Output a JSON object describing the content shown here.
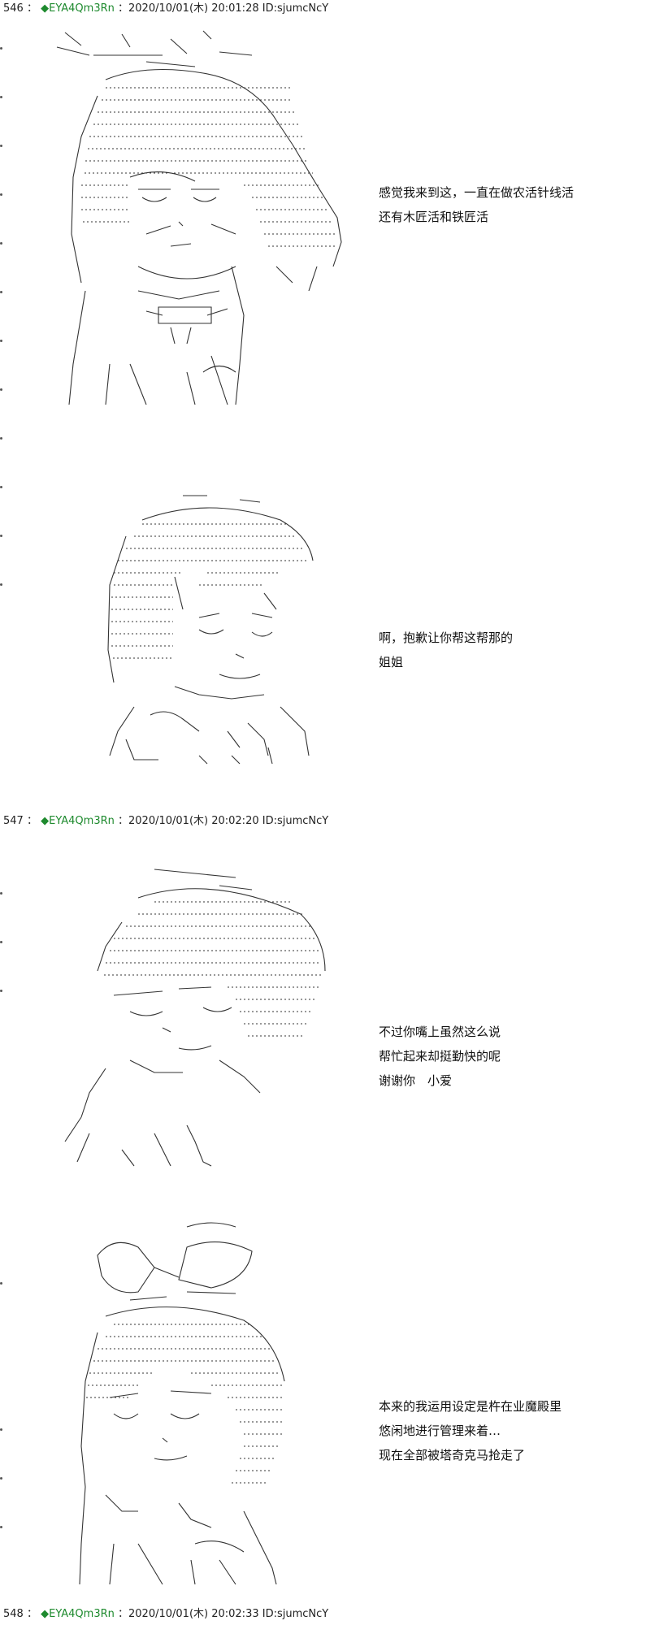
{
  "posts": [
    {
      "number": "546",
      "separator": "：",
      "marker": "◆",
      "trip": "EYA4Qm3Rn",
      "datetime": "：2020/10/01(木) 20:01:28 ID:sjumcNcY"
    },
    {
      "number": "547",
      "separator": "：",
      "marker": "◆",
      "trip": "EYA4Qm3Rn",
      "datetime": "：2020/10/01(木) 20:02:20 ID:sjumcNcY"
    },
    {
      "number": "548",
      "separator": "：",
      "marker": "◆",
      "trip": "EYA4Qm3Rn",
      "datetime": "：2020/10/01(木) 20:02:33 ID:sjumcNcY"
    }
  ],
  "dialogues": [
    {
      "lines": [
        "感觉我来到这，一直在做农活针线活",
        "还有木匠活和铁匠活"
      ]
    },
    {
      "lines": [
        "啊，抱歉让你帮这帮那的",
        "姐姐"
      ]
    },
    {
      "lines": [
        "不过你嘴上虽然这么说",
        "帮忙起来却挺勤快的呢",
        "谢谢你　小爱"
      ]
    },
    {
      "lines": [
        "本来的我运用设定是杵在业魔殿里",
        "悠闲地进行管理来着…",
        "现在全部被塔奇克马抢走了"
      ]
    }
  ],
  "colors": {
    "trip": "#1e8a2e",
    "text": "#111111",
    "art": "#333333"
  }
}
